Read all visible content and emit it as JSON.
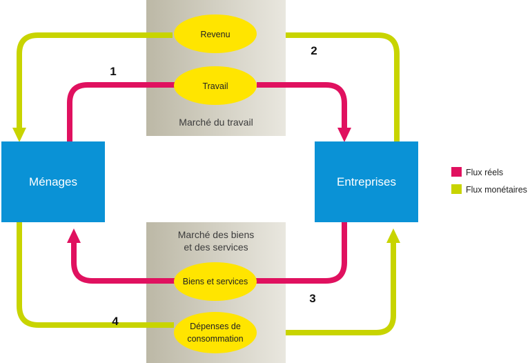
{
  "colors": {
    "real_flow": "#e0115f",
    "money_flow": "#c8d400",
    "box": "#0a92d6",
    "oval": "#ffe500",
    "market_band_from": "#bcb8a6",
    "market_band_to": "#e9e7df"
  },
  "actors": {
    "households": "Ménages",
    "firms": "Entreprises"
  },
  "markets": {
    "labor": {
      "label": "Marché du travail",
      "ovals": {
        "income": "Revenu",
        "work": "Travail"
      }
    },
    "goods": {
      "label_line1": "Marché des biens",
      "label_line2": "et des services",
      "ovals": {
        "goods_services": "Biens et services",
        "spending_line1": "Dépenses de",
        "spending_line2": "consommation"
      }
    }
  },
  "flow_numbers": {
    "n1": "1",
    "n2": "2",
    "n3": "3",
    "n4": "4"
  },
  "legend": {
    "real_flows": "Flux réels",
    "money_flows": "Flux monétaires"
  }
}
